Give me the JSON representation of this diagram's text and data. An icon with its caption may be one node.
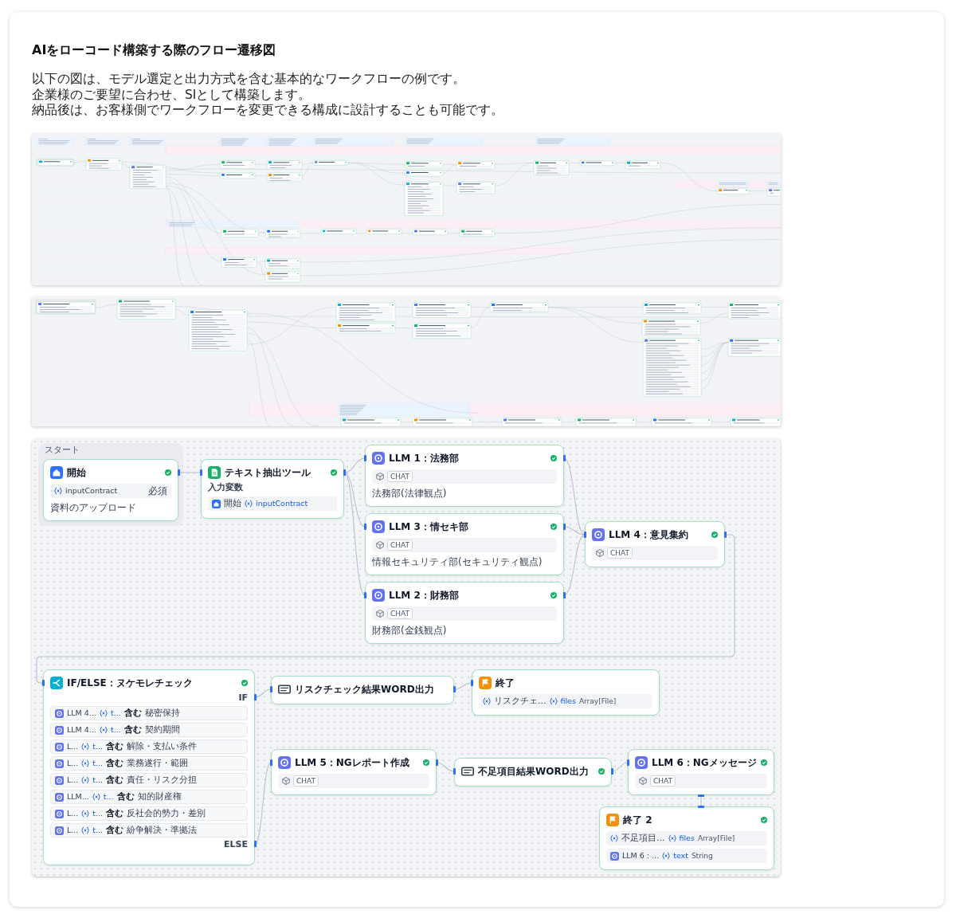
{
  "diagram": {
    "title": "AIをローコード構築する際のフロー遷移図",
    "nodes": [
      {
        "text": [
          "開始",
          "inputContract",
          "必須",
          "資料のアップロード"
        ],
        "beside": [
          "スタート"
        ]
      },
      {
        "text": [
          "テキスト抽出ツール",
          "入力変数",
          "開始",
          "inputContract"
        ]
      },
      {
        "text": [
          "LLM 1：法務部",
          "CHAT",
          "法務部(法律観点)"
        ]
      },
      {
        "text": [
          "LLM 3：情セキ部",
          "CHAT",
          "情報セキュリティ部(セキュリティ観点)"
        ]
      },
      {
        "text": [
          "LLM 2：財務部",
          "CHAT",
          "財務部(金銭観点)"
        ]
      },
      {
        "text": [
          "LLM 4：意見集約",
          "CHAT"
        ]
      },
      {
        "text": [
          "IF/ELSE：ヌケモレチェック",
          "IF",
          "LLM 4...",
          "t...",
          "含む",
          "秘密保持",
          "LLM 4...",
          "t...",
          "含む",
          "契約期間",
          "L...",
          "t...",
          "含む",
          "解除・支払い条件",
          "L...",
          "t...",
          "含む",
          "業務遂行・範囲",
          "L...",
          "t...",
          "含む",
          "責任・リスク分担",
          "LLM...",
          "t...",
          "含む",
          "知的財産権",
          "L...",
          "t...",
          "含む",
          "反社会的勢力・差別",
          "L...",
          "t...",
          "含む",
          "紛争解決・準拠法",
          "ELSE"
        ]
      },
      {
        "text": [
          "リスクチェック結果WORD出力"
        ]
      },
      {
        "text": [
          "終了",
          "リスクチェ...",
          "files",
          "Array[File]"
        ]
      },
      {
        "text": [
          "LLM 5：NGレポート作成",
          "CHAT"
        ]
      },
      {
        "text": [
          "不足項目結果WORD出力"
        ]
      },
      {
        "text": [
          "LLM 6：NGメッセージ",
          "CHAT"
        ]
      },
      {
        "text": [
          "終了 2",
          "不足項目...",
          "files",
          "Array[File]",
          "LLM 6 : ...",
          "text",
          "String"
        ]
      }
    ],
    "edges": [
      {
        "from": 0,
        "to": 1,
        "arrow": "none"
      },
      {
        "from": 1,
        "to": 2,
        "arrow": "none"
      },
      {
        "from": 1,
        "to": 3,
        "arrow": "none"
      },
      {
        "from": 1,
        "to": 4,
        "arrow": "none"
      },
      {
        "from": 2,
        "to": 5,
        "arrow": "none"
      },
      {
        "from": 3,
        "to": 5,
        "arrow": "none"
      },
      {
        "from": 4,
        "to": 5,
        "arrow": "none"
      },
      {
        "from": 5,
        "to": 6,
        "arrow": "none"
      },
      {
        "from": 6,
        "to": 7,
        "arrow": "none"
      },
      {
        "from": 6,
        "to": 9,
        "arrow": "none"
      },
      {
        "from": 7,
        "to": 8,
        "arrow": "none"
      },
      {
        "from": 9,
        "to": 10,
        "arrow": "none"
      },
      {
        "from": 10,
        "to": 11,
        "arrow": "none"
      },
      {
        "from": 11,
        "to": 12,
        "arrow": "none"
      }
    ],
    "labels": [
      "以下の図は、モデル選定と出力方式を含む基本的なワークフローの例です。",
      "企業様のご要望に合わせ、SIとして構築します。",
      "納品後は、お客様側でワークフローを変更できる構成に設計することも可能です。"
    ]
  }
}
